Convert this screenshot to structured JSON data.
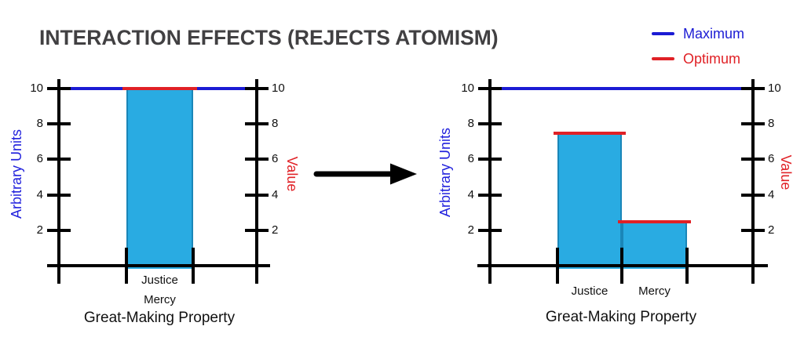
{
  "title": "INTERACTION EFFECTS (REJECTS ATOMISM)",
  "legend": {
    "items": [
      {
        "label": "Maximum",
        "color": "#1b1bd4"
      },
      {
        "label": "Optimum",
        "color": "#e02126"
      }
    ]
  },
  "colors": {
    "bar_fill": "#29abe2",
    "bar_edge": "#1a86b8",
    "maximum_line": "#1b1bd4",
    "optimum_line": "#e02126",
    "axis": "#000000",
    "title_text": "#414042",
    "tick_label": "#111111",
    "ylabel_left": "#2323dd",
    "ylabel_right": "#e02126",
    "xlabel": "#111111",
    "arrow": "#000000"
  },
  "chart_data": [
    {
      "type": "bar",
      "name": "before-interaction",
      "categories": [
        "Justice",
        "Mercy"
      ],
      "bars": [
        {
          "labels": [
            "Justice",
            "Mercy"
          ],
          "value": 10,
          "optimum": 10
        }
      ],
      "maximum": 10,
      "yticks": [
        2,
        4,
        6,
        8,
        10
      ],
      "ylim": [
        0,
        11
      ],
      "ylabel_left": "Arbitrary Units",
      "ylabel_right": "Value",
      "xlabel": "Great-Making Property",
      "grid": false
    },
    {
      "type": "bar",
      "name": "after-interaction",
      "categories": [
        "Justice",
        "Mercy"
      ],
      "bars": [
        {
          "labels": [
            "Justice"
          ],
          "value": 7.5,
          "optimum": 7.5
        },
        {
          "labels": [
            "Mercy"
          ],
          "value": 2.5,
          "optimum": 2.5
        }
      ],
      "maximum": 10,
      "yticks": [
        2,
        4,
        6,
        8,
        10
      ],
      "ylim": [
        0,
        11
      ],
      "ylabel_left": "Arbitrary Units",
      "ylabel_right": "Value",
      "xlabel": "Great-Making Property",
      "grid": false
    }
  ],
  "legend_position": "top-right"
}
